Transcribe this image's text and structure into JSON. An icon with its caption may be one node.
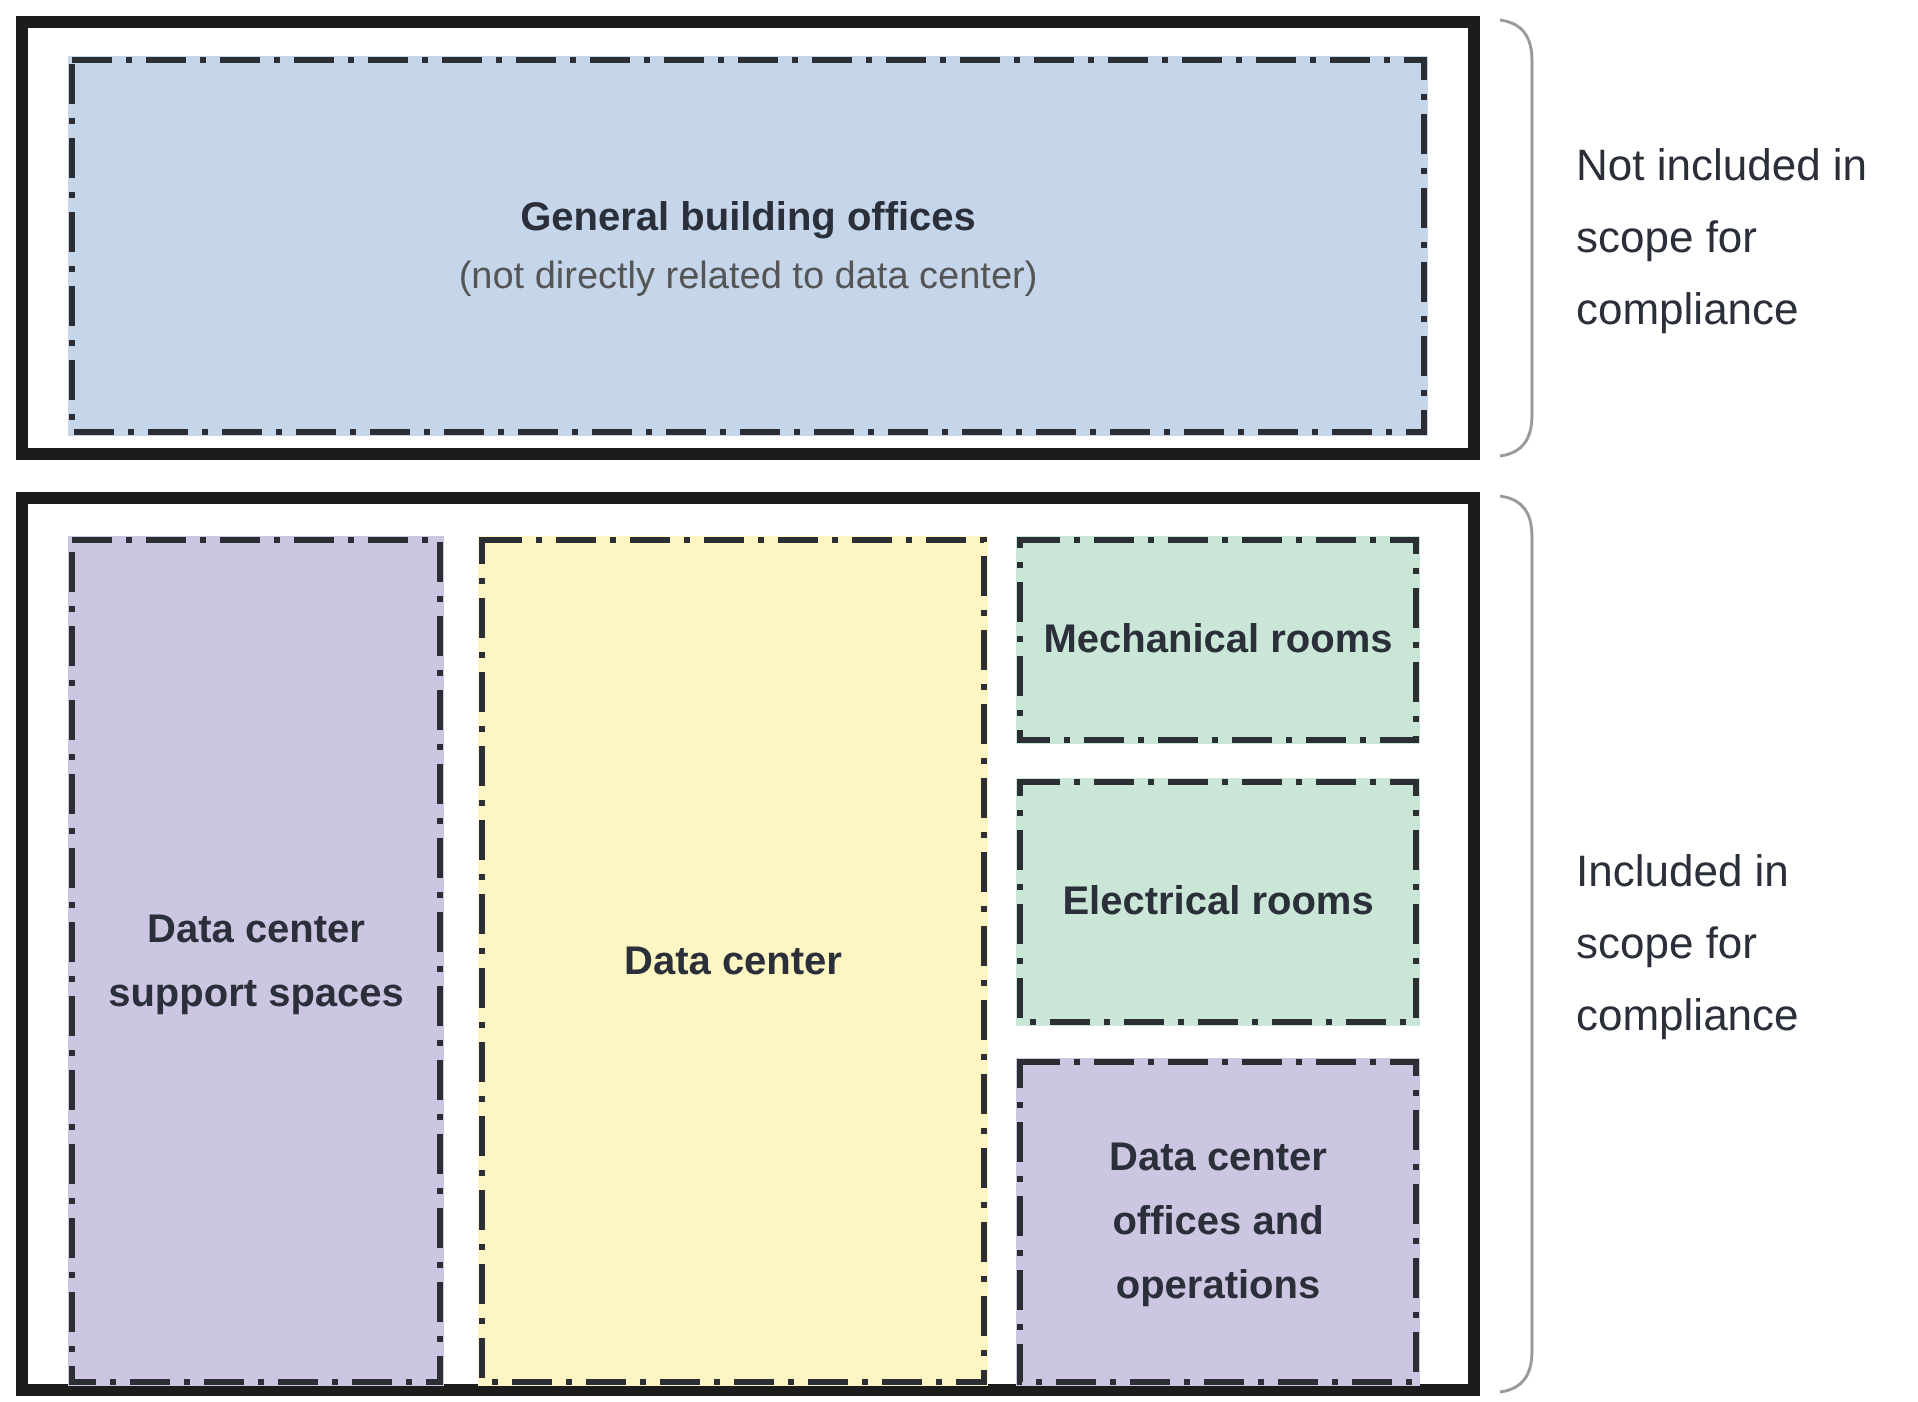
{
  "diagram": {
    "nodes": [
      {
        "text": [],
        "shape": "box",
        "beside": [
          "Not included in scope for compliance"
        ]
      },
      {
        "text": [
          "General building offices",
          "(not directly related to data center)"
        ],
        "in": 0
      },
      {
        "text": [],
        "shape": "box",
        "beside": [
          "Included in scope for compliance"
        ]
      },
      {
        "text": [
          "Data center support spaces"
        ],
        "in": 2
      },
      {
        "text": [
          "Data center"
        ],
        "in": 2
      },
      {
        "text": [
          "Mechanical rooms"
        ],
        "in": 2
      },
      {
        "text": [
          "Electrical rooms"
        ],
        "in": 2
      },
      {
        "text": [
          "Data center offices and operations"
        ],
        "in": 2
      }
    ]
  }
}
